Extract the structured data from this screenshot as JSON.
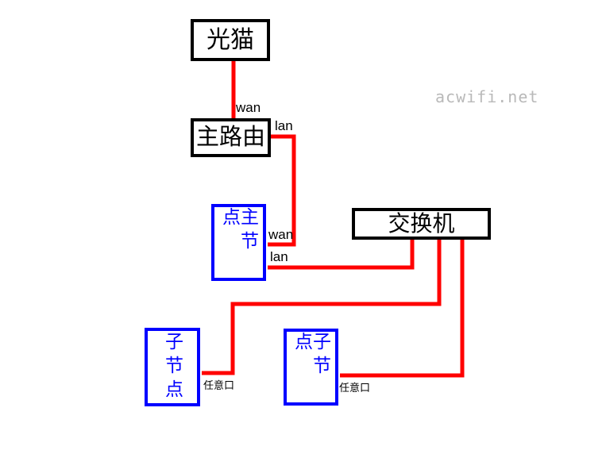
{
  "watermark": "acwifi.net",
  "colors": {
    "cable": "#ff0000",
    "primary_node_border": "#000000",
    "mesh_node_border": "#0000ff",
    "label_text": "#000000",
    "watermark_text": "#b9b9b9"
  },
  "nodes": {
    "modem": {
      "label": "光猫"
    },
    "main_router": {
      "label": "主路由"
    },
    "main_node": {
      "label": "主节点"
    },
    "switch": {
      "label": "交换机"
    },
    "child_node_1": {
      "label": "子节点"
    },
    "child_node_2": {
      "label": "子节点"
    }
  },
  "port_labels": {
    "modem_to_router": "wan",
    "router_lan": "lan",
    "main_node_wan": "wan",
    "main_node_lan": "lan",
    "child_node_1_port": "任意口",
    "child_node_2_port": "任意口"
  }
}
